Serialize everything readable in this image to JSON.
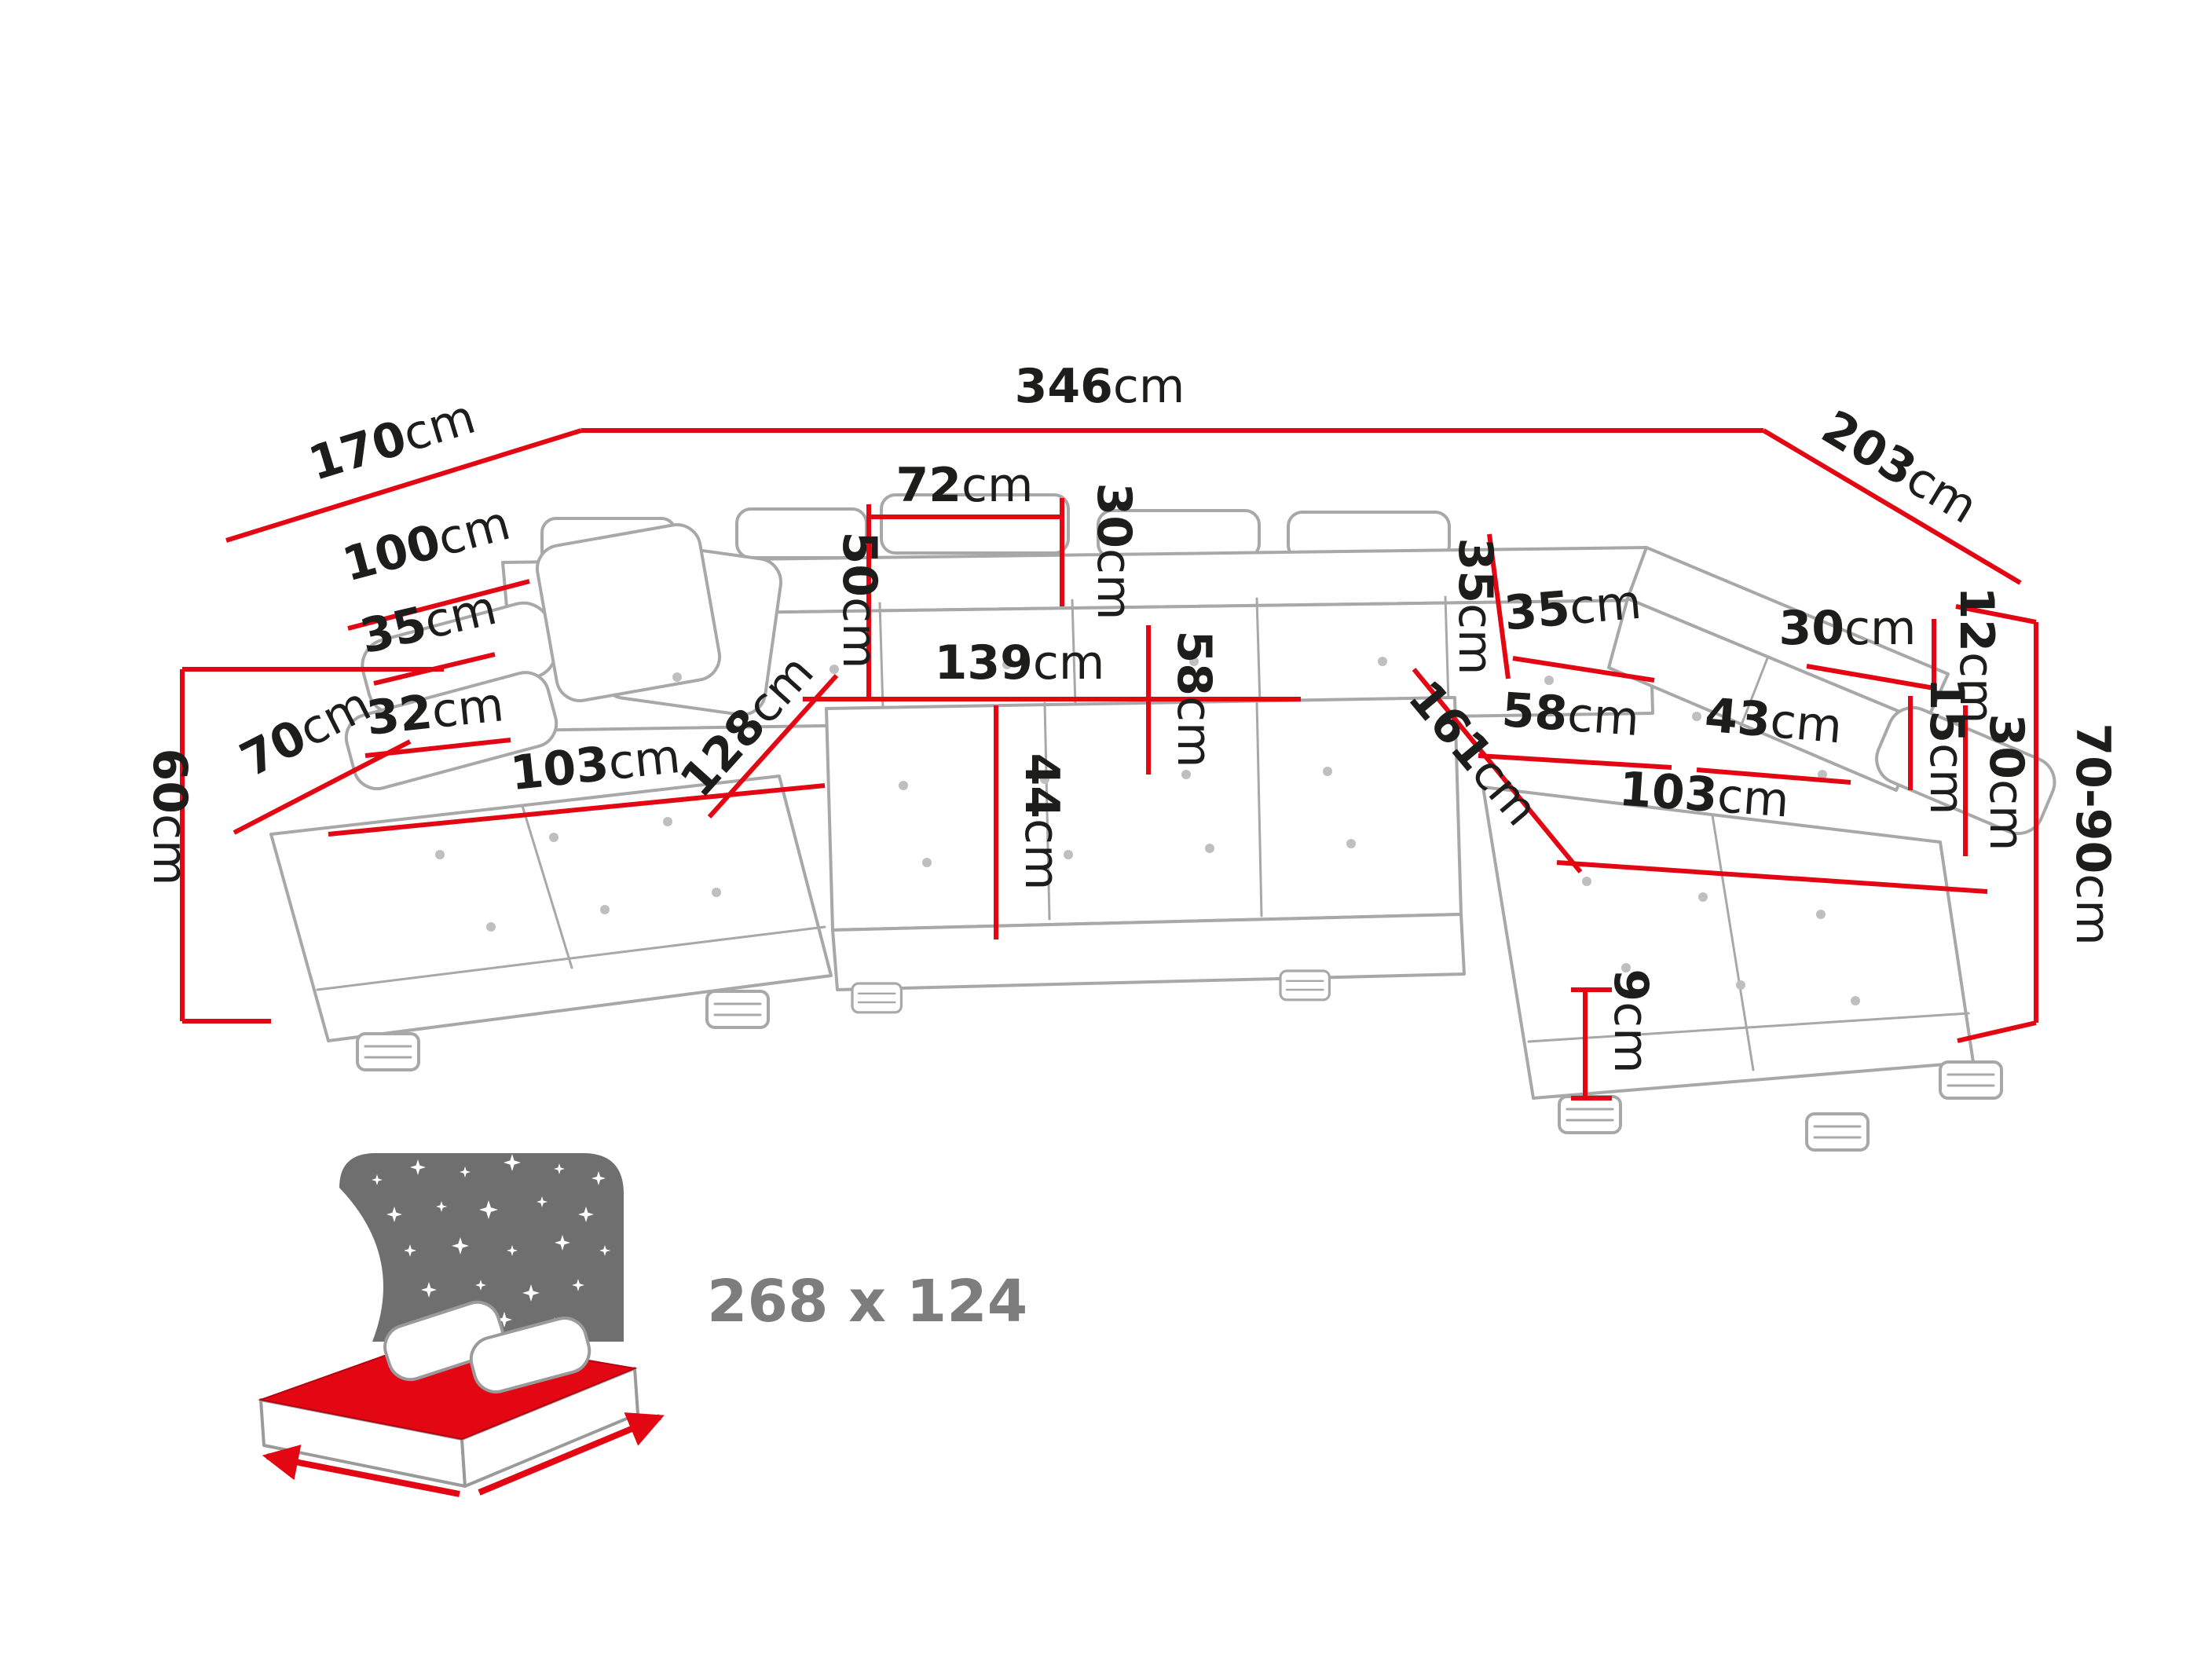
{
  "colors": {
    "measure_red": "#e30613",
    "sofa_outline": "#a8a8a8",
    "label_color": "#1d1d1b",
    "icon_gray": "#6f6f6f",
    "caption_gray": "#7d7d7d"
  },
  "measurements": {
    "back_width": {
      "value": "346",
      "unit": "cm"
    },
    "left_side_depth": {
      "value": "170",
      "unit": "cm"
    },
    "right_side_width": {
      "value": "203",
      "unit": "cm"
    },
    "left_armrest_length": {
      "value": "100",
      "unit": "cm"
    },
    "left_armrest_height": {
      "value": "35",
      "unit": "cm"
    },
    "headrest_width": {
      "value": "72",
      "unit": "cm"
    },
    "headrest_height": {
      "value": "30",
      "unit": "cm"
    },
    "backrest_height": {
      "value": "50",
      "unit": "cm"
    },
    "seat_length_center": {
      "value": "139",
      "unit": "cm"
    },
    "seat_depth_center": {
      "value": "58",
      "unit": "cm"
    },
    "seat_height": {
      "value": "44",
      "unit": "cm"
    },
    "left_chaise_depth": {
      "value": "128",
      "unit": "cm"
    },
    "left_armrest_width": {
      "value": "32",
      "unit": "cm"
    },
    "left_chaise_length": {
      "value": "103",
      "unit": "cm"
    },
    "left_corner_width": {
      "value": "70",
      "unit": "cm"
    },
    "left_height": {
      "value": "60",
      "unit": "cm"
    },
    "right_headrest_height": {
      "value": "35",
      "unit": "cm"
    },
    "right_headrest_width": {
      "value": "35",
      "unit": "cm"
    },
    "right_chaise_depth": {
      "value": "161",
      "unit": "cm"
    },
    "right_seat_depth": {
      "value": "58",
      "unit": "cm"
    },
    "right_armrest_length": {
      "value": "43",
      "unit": "cm"
    },
    "right_chaise_length": {
      "value": "103",
      "unit": "cm"
    },
    "right_backrest_top": {
      "value": "30",
      "unit": "cm"
    },
    "right_detail_12": {
      "value": "12",
      "unit": "cm"
    },
    "right_detail_15": {
      "value": "15",
      "unit": "cm"
    },
    "right_detail_30": {
      "value": "30",
      "unit": "cm"
    },
    "right_height_range": {
      "value": "70-90",
      "unit": "cm"
    },
    "leg_height": {
      "value": "9",
      "unit": "cm"
    }
  },
  "sleeping_area": {
    "label": "268 x 124"
  }
}
